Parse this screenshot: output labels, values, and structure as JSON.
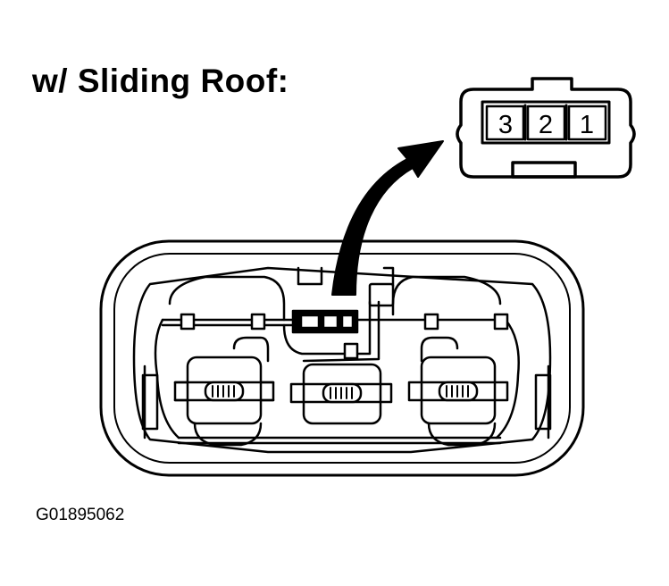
{
  "title": "w/ Sliding Roof:",
  "figure_id": "G01895062",
  "connector": {
    "pins": [
      "3",
      "2",
      "1"
    ]
  },
  "icons": {
    "arrow": "curved-arrow-icon",
    "lamp": "bulb-icon"
  }
}
